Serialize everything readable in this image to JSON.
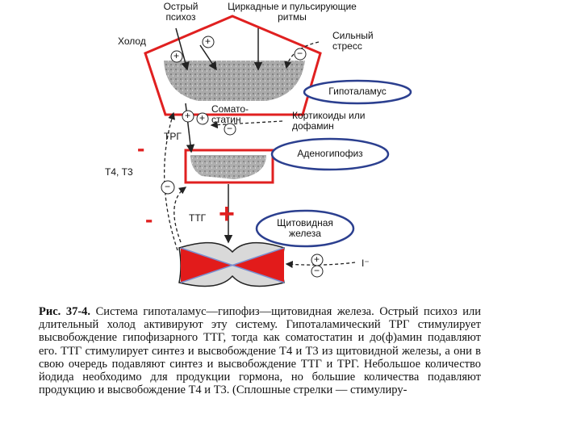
{
  "diagram": {
    "top_left_label": "Острый психоз",
    "top_right_label": "Циркадные и пульсирующие ритмы",
    "cold_label": "Холод",
    "stress_label": "Сильный стресс",
    "hypothalamus_label": "Гипоталамус",
    "somatostatin_label": "Сомато-статин",
    "corticoids_label": "Кортикоиды или дофамин",
    "trg_label": "ТРГ",
    "adenohypophysis_label": "Аденогипофиз",
    "t4t3_label": "Т4, Т3",
    "ttg_label": "ТТГ",
    "thyroid_label": "Щитовидная железа",
    "iodine_label": "I⁻",
    "minus_big_1": "-",
    "minus_big_2": "-",
    "plus_big": "+",
    "plus_sign": "+",
    "minus_sign": "−",
    "colors": {
      "accent_red": "#e02020",
      "oval_blue": "#2b3f8f"
    }
  },
  "caption": {
    "figure_ref": "Рис. 37-4.",
    "text": "Система гипоталамус—гипофиз—щитовидная железа. Острый психоз или длительный холод активируют эту систему. Гипоталамический ТРГ стимулирует высвобождение гипофизарного ТТГ, тогда как соматостатин и до(ф)амин подавляют его. ТТГ стимулирует синтез и высвобождение Т4 и Т3 из щитовидной железы, а они в свою очередь подавляют синтез и высвобождение ТТГ и ТРГ. Небольшое количество йодида необходимо для продукции гормона, но большие количества подавляют продукцию и высвобождение Т4 и Т3. (Сплошные стрелки — стимулиру-"
  }
}
